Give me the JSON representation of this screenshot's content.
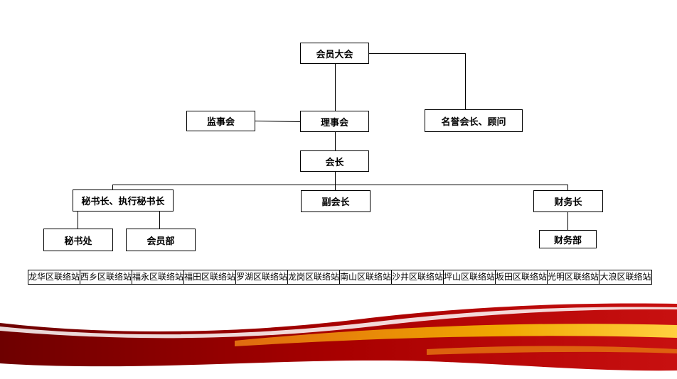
{
  "org_chart": {
    "general_assembly": "会员大会",
    "council": "理事会",
    "supervisory_board": "监事会",
    "honorary": "名誉会长、顾问",
    "president": "会长",
    "secretary_general": "秘书长、执行秘书长",
    "vice_president": "副会长",
    "treasurer": "财务长",
    "secretariat": "秘书处",
    "membership_dept": "会员部",
    "finance_dept": "财务部"
  },
  "stations": [
    "龙华区联络站",
    "西乡区联络站",
    "福永区联络站",
    "福田区联络站",
    "罗湖区联络站",
    "龙岗区联络站",
    "南山区联络站",
    "沙井区联络站",
    "坪山区联络站",
    "坂田区联络站",
    "光明区联络站",
    "大浪区联络站"
  ],
  "colors": {
    "swoosh_dark": "#8b0000",
    "swoosh_red": "#c00000",
    "swoosh_gold": "#f0a800",
    "swoosh_orange": "#e06a10"
  }
}
